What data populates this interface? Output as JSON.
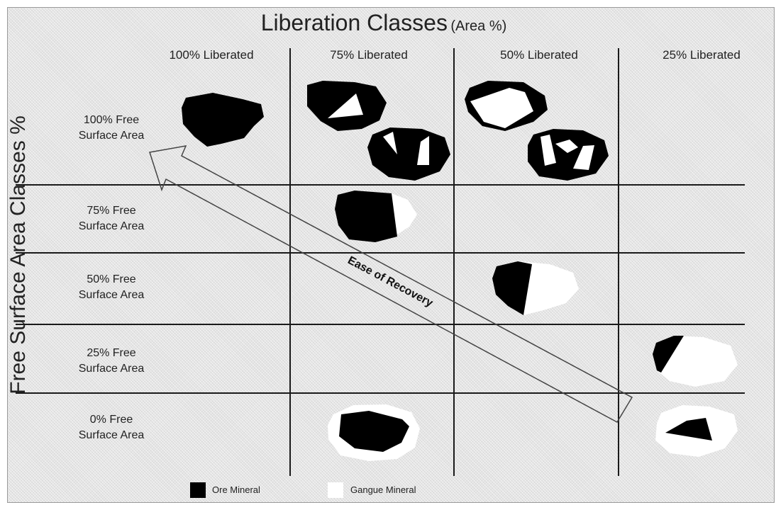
{
  "title": "Liberation Classes",
  "title_suffix": "(Area %)",
  "y_axis_label": "Free Surface Area Classes %",
  "columns": [
    "100% Liberated",
    "75% Liberated",
    "50% Liberated",
    "25% Liberated"
  ],
  "rows": [
    [
      "100% Free",
      "Surface Area"
    ],
    [
      "75% Free",
      "Surface Area"
    ],
    [
      "50% Free",
      "Surface Area"
    ],
    [
      "25% Free",
      "Surface Area"
    ],
    [
      "0% Free",
      "Surface Area"
    ]
  ],
  "arrow_label": "Ease of Recovery",
  "legend": [
    {
      "label": "Ore Mineral",
      "color": "#000000"
    },
    {
      "label": "Gangue Mineral",
      "color": "#ffffff"
    }
  ],
  "colors": {
    "ore": "#000000",
    "gangue": "#ffffff",
    "grid": "#1a1a1a",
    "background": "#e4e4e4"
  }
}
